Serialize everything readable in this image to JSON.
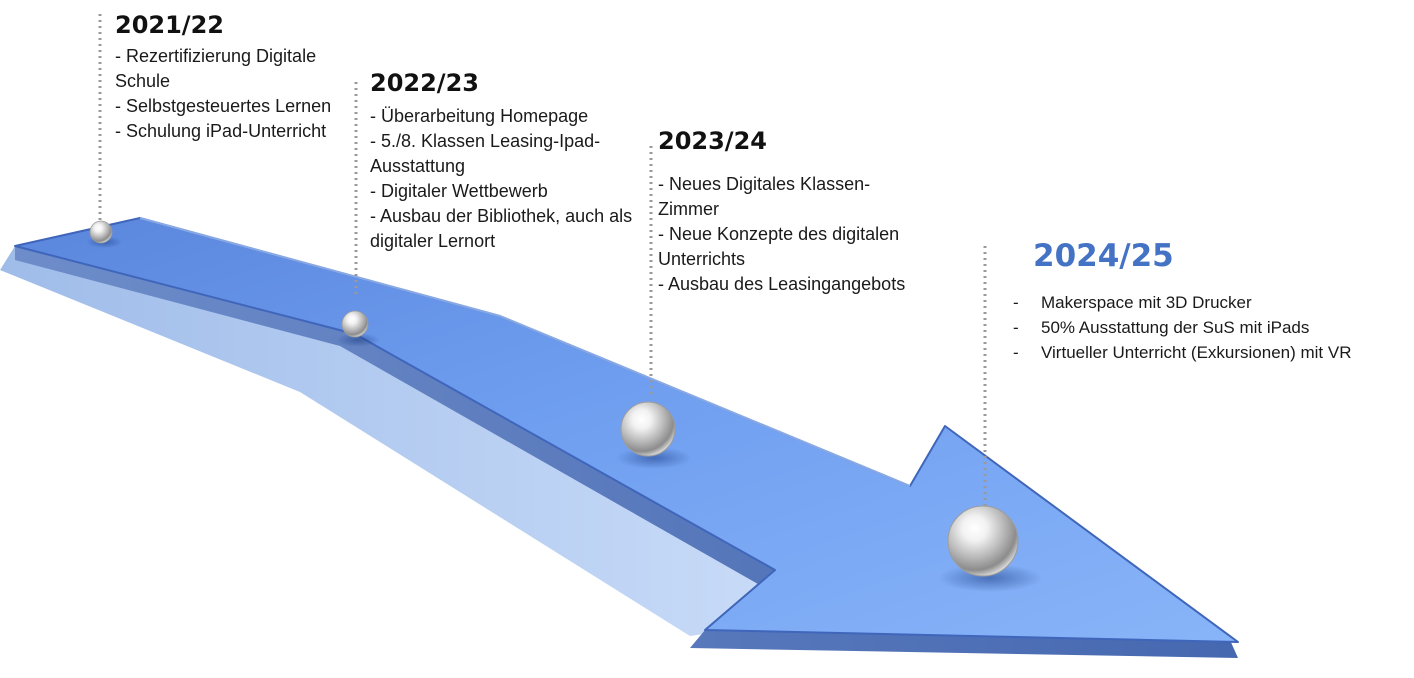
{
  "milestones": [
    {
      "year": "2021/22",
      "items": [
        "- Rezertifizierung Digitale Schule",
        "- Selbstgesteuertes Lernen",
        "- Schulung iPad-Unterricht"
      ]
    },
    {
      "year": "2022/23",
      "items": [
        "- Überarbeitung Homepage",
        "- 5./8. Klassen Leasing-Ipad-Ausstattung",
        "- Digitaler Wettbewerb",
        "-    Ausbau der Bibliothek, auch als digitaler Lernort"
      ]
    },
    {
      "year": "2023/24",
      "items": [
        "- Neues Digitales Klassen-Zimmer",
        "- Neue Konzepte des digitalen Unterrichts",
        "- Ausbau des Leasingangebots"
      ]
    },
    {
      "year": "2024/25",
      "items": [
        "Makerspace mit 3D Drucker",
        "50% Ausstattung der SuS mit iPads",
        "Virtueller Unterricht (Exkursionen) mit VR"
      ]
    }
  ],
  "colors": {
    "arrow_top_light": "#8fb4f4",
    "arrow_top_dark": "#4a7fe0",
    "arrow_edge": "#3d63b5",
    "arrow_side": "#b7cff7",
    "highlight_year": "#4472c4",
    "connector": "#9a9a9a"
  }
}
